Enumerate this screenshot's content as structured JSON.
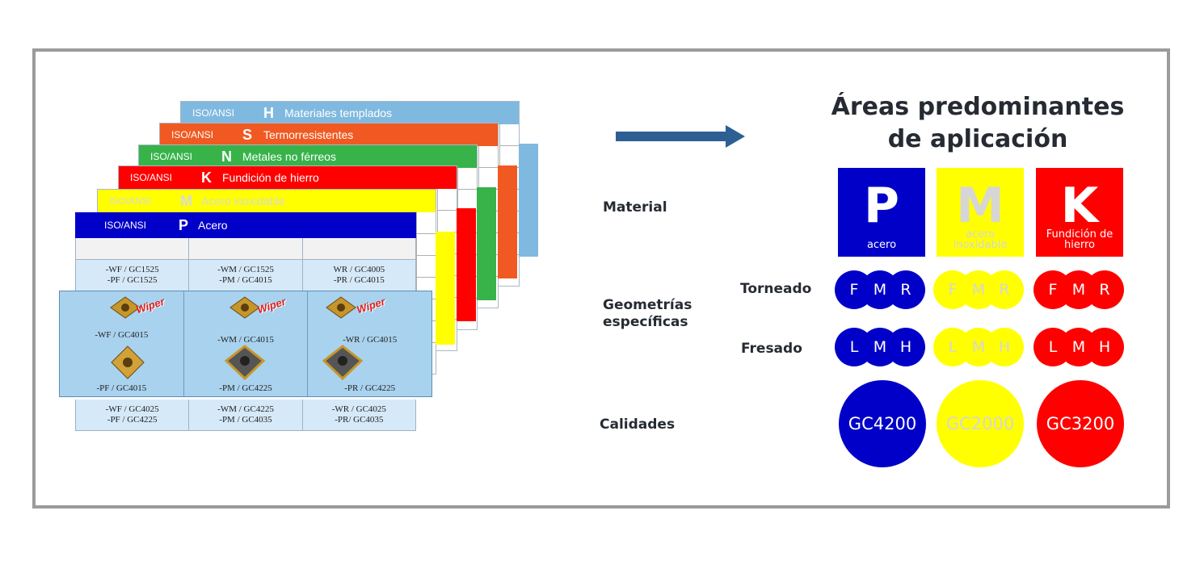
{
  "cards": [
    {
      "std": "ISO/ANSI",
      "code": "H",
      "label": "Materiales templados",
      "color": "#7fb9e0",
      "text_color": "#ffffff"
    },
    {
      "std": "ISO/ANSI",
      "code": "S",
      "label": "Termorresistentes",
      "color": "#f05a22",
      "text_color": "#ffffff"
    },
    {
      "std": "ISO/ANSI",
      "code": "N",
      "label": "Metales no férreos",
      "color": "#37b34a",
      "text_color": "#ffffff"
    },
    {
      "std": "ISO/ANSI",
      "code": "K",
      "label": "Fundición de hierro",
      "color": "#ff0000",
      "text_color": "#ffffff"
    },
    {
      "std": "ISO/ANSI",
      "code": "M",
      "label": "Acero inoxidable",
      "color": "#ffff00",
      "text_color": "#d9d9d9"
    }
  ],
  "front": {
    "std": "ISO/ANSI",
    "code": "P",
    "label": "Acero",
    "top_row": [
      [
        "-WF / GC1525",
        "-PF / GC1525"
      ],
      [
        "-WM / GC1525",
        "-PM / GC4015"
      ],
      [
        "WR / GC4005",
        "-PR / GC4015"
      ]
    ],
    "highlight": [
      {
        "wiper": "Wiper",
        "upper": "-WF / GC4015",
        "lower": "-PF / GC4015"
      },
      {
        "wiper": "Wiper",
        "upper": "-WM / GC4015",
        "lower": "-PM / GC4225"
      },
      {
        "wiper": "Wiper",
        "upper": "-WR / GC4015",
        "lower": "-PR / GC4225"
      }
    ],
    "bottom_row": [
      [
        "-WF / GC4025",
        "-PF / GC4225"
      ],
      [
        "-WM / GC4225",
        "-PM / GC4035"
      ],
      [
        "-WR / GC4025",
        "-PR/ GC4035"
      ]
    ]
  },
  "title": {
    "line1": "Áreas predominantes",
    "line2": "de aplicación"
  },
  "labels": {
    "material": "Material",
    "geometrias1": "Geometrías",
    "geometrias2": "específicas",
    "torneado": "Torneado",
    "fresado": "Fresado",
    "calidades": "Calidades"
  },
  "materials": [
    {
      "letter": "P",
      "caption1": "acero",
      "caption2": "",
      "color": "#0000c8",
      "text_color": "#ffffff",
      "turning": [
        "F",
        "M",
        "R"
      ],
      "milling": [
        "L",
        "M",
        "H"
      ],
      "grade": "GC4200"
    },
    {
      "letter": "M",
      "caption1": "acero",
      "caption2": "inoxidable",
      "color": "#ffff00",
      "text_color": "#d6d6d6",
      "turning": [
        "F",
        "M",
        "R"
      ],
      "milling": [
        "L",
        "M",
        "H"
      ],
      "grade": "GC2000"
    },
    {
      "letter": "K",
      "caption1": "Fundición de",
      "caption2": "hierro",
      "color": "#ff0000",
      "text_color": "#ffffff",
      "turning": [
        "F",
        "M",
        "R"
      ],
      "milling": [
        "L",
        "M",
        "H"
      ],
      "grade": "GC3200"
    }
  ],
  "colors": {
    "arrow": "#2e5f94",
    "frame": "#9b9b9b",
    "front_head": "#0000c8",
    "highlight": "#a9d2ee"
  }
}
